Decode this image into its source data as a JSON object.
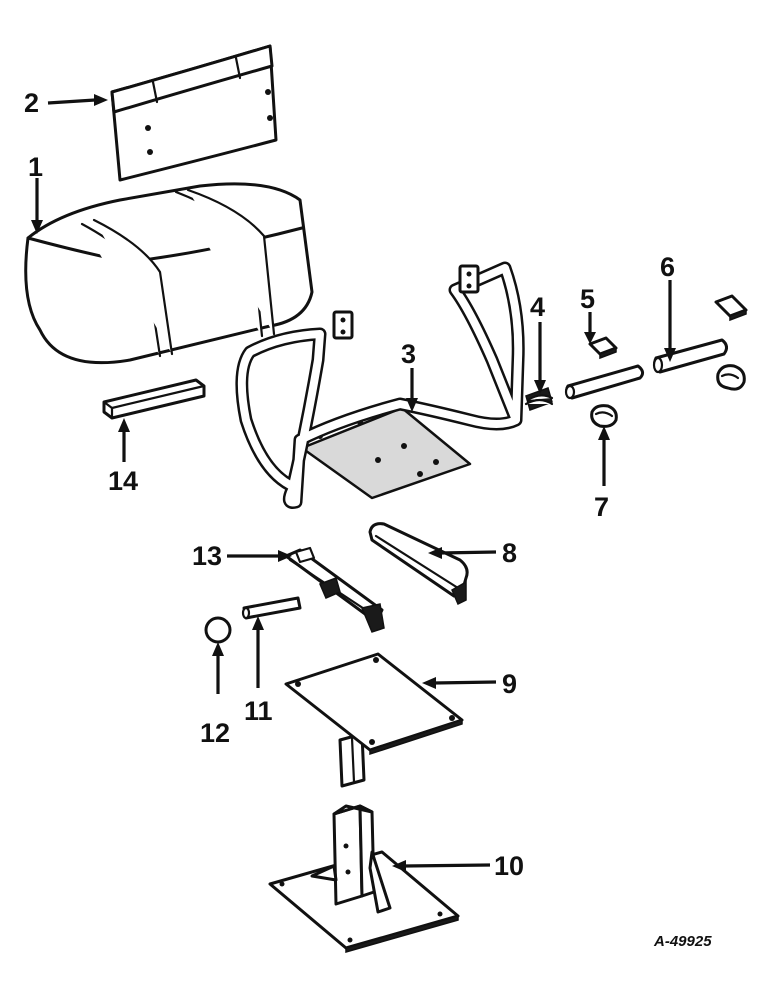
{
  "callouts": {
    "c1": "1",
    "c2": "2",
    "c3": "3",
    "c4": "4",
    "c5": "5",
    "c6": "6",
    "c7": "7",
    "c8": "8",
    "c9": "9",
    "c10": "10",
    "c11": "11",
    "c12": "12",
    "c13": "13",
    "c14": "14"
  },
  "reference_number": "A-49925"
}
